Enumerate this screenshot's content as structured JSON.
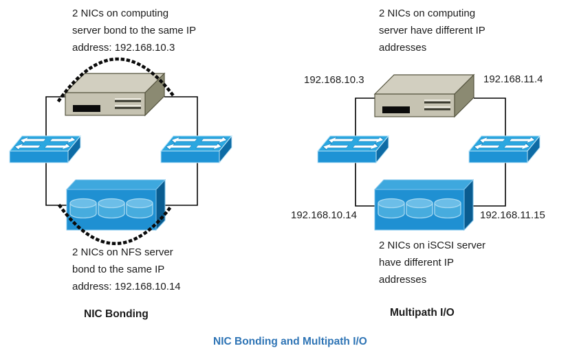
{
  "page_title": "NIC Bonding and Multipath I/O",
  "caption": "NIC Bonding and Multipath I/O",
  "colors": {
    "caption_blue": "#2E74B5",
    "text": "#1A1A1A",
    "connection_line": "#000000",
    "bonding_arc_dots": "#0B0B0B",
    "switch_top": "#2BA7E0",
    "switch_front": "#1E93D5",
    "switch_side": "#0D6BA5",
    "storage_top": "#3EA8DE",
    "storage_front": "#1F90D2",
    "storage_side": "#0A5C90",
    "server_top": "#D2CFC0",
    "server_front": "#C6C3B2",
    "server_side": "#8B8A72"
  },
  "icons": {
    "computing_server": "server-3d-icon",
    "network_switch": "switch-3d-icon",
    "storage_server": "storage-disks-3d-icon",
    "bonding_arc": "dotted-bonding-arc"
  },
  "left": {
    "title": "NIC Bonding",
    "top_note": [
      "2 NICs on computing",
      "server bond to the same IP",
      "address: 192.168.10.3"
    ],
    "bottom_note": [
      "2 NICs on NFS server",
      "bond to the same IP",
      "address: 192.168.10.14"
    ]
  },
  "right": {
    "title": "Multipath I/O",
    "top_note": [
      "2 NICs on computing",
      "server have different IP",
      "addresses"
    ],
    "bottom_note": [
      "2 NICs on iSCSI server",
      "have different IP",
      "addresses"
    ],
    "ip": {
      "computing_left": "192.168.10.3",
      "computing_right": "192.168.11.4",
      "storage_left": "192.168.10.14",
      "storage_right": "192.168.11.15"
    }
  }
}
